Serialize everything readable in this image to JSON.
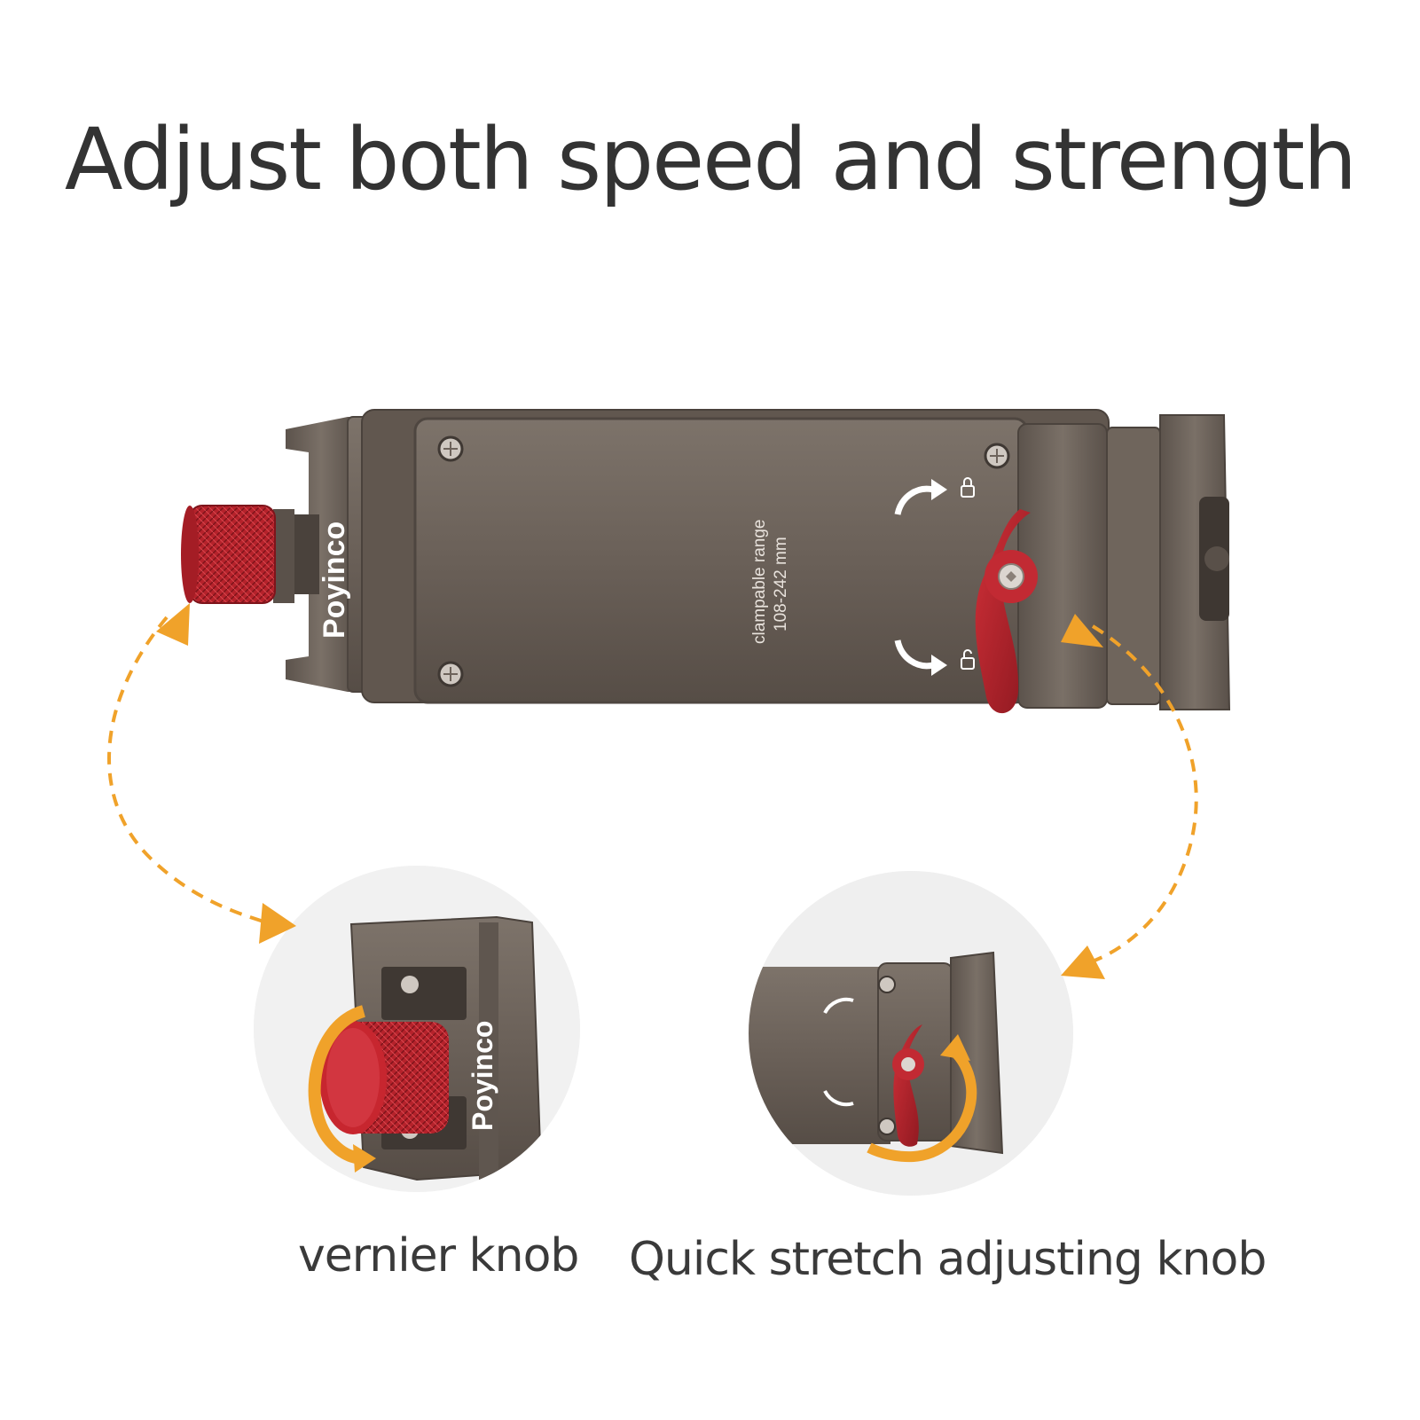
{
  "title": "Adjust both speed and strength",
  "brand": "Poyinco",
  "plate_label_line1": "clampable  range",
  "plate_label_line2": "108-242 mm",
  "captions": {
    "left": "vernier knob",
    "right": "Quick stretch adjusting knob"
  },
  "colors": {
    "body_metal": "#6b6159",
    "knob_red": "#b3202a",
    "arrow_orange": "#f0a22a",
    "text_dark": "#333333"
  },
  "icons": [
    "lock-icon",
    "unlock-icon",
    "rotate-arrow-icon",
    "dashed-arrow-icon"
  ]
}
